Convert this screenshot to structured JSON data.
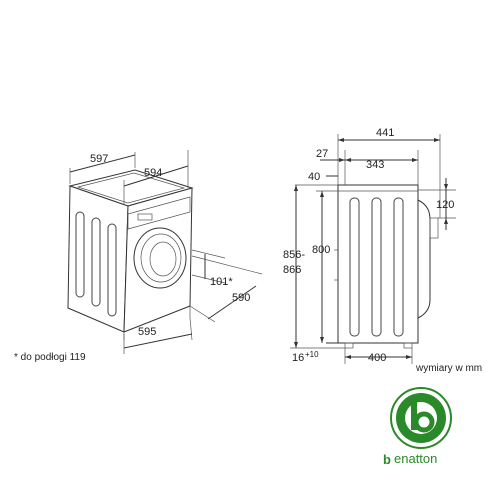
{
  "left_view": {
    "dims": {
      "depth_top": "597",
      "width_top": "594",
      "side_101": "101*",
      "depth_590": "590",
      "width_595": "595"
    }
  },
  "right_view": {
    "dims": {
      "total_441": "441",
      "d27": "27",
      "d343": "343",
      "d40": "40",
      "d120": "120",
      "h800": "800",
      "h856_a": "856-",
      "h856_b": "866",
      "feet_a": "16",
      "feet_b": "+10",
      "base_400": "400"
    }
  },
  "notes": {
    "footnote": "* do podłogi 119",
    "units": "wymiary w mm"
  },
  "logo": {
    "letter": "b",
    "brand_rest": "enatton",
    "colors": {
      "green": "#2a8a2a",
      "light": "#6cc24a"
    }
  }
}
